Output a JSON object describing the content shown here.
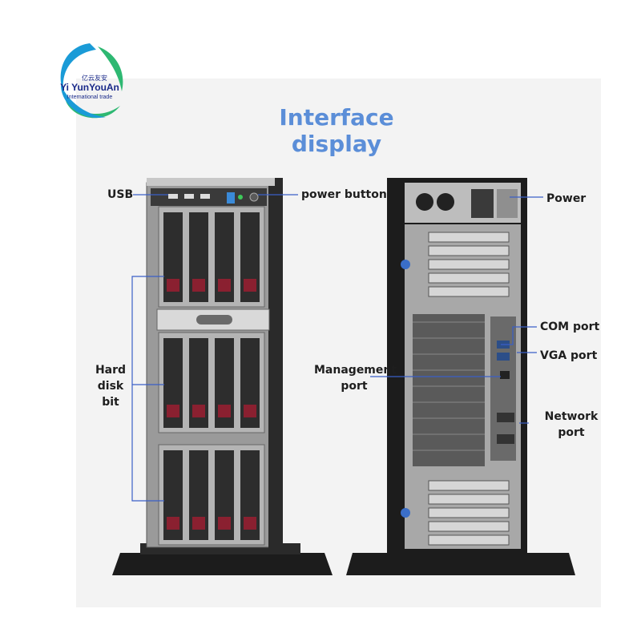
{
  "logo": {
    "chinese": "亿云友安",
    "name": "Yi YunYouAn",
    "tagline": "International trade",
    "colors": [
      "#1a9bd7",
      "#2eb872",
      "#1a2a8a"
    ]
  },
  "title": "Interface display",
  "front_labels": {
    "usb": "USB",
    "power_button": "power button",
    "hard_disk_1": "Hard",
    "hard_disk_2": "disk",
    "hard_disk_3": "bit"
  },
  "rear_labels": {
    "power": "Power",
    "com_port": "COM port",
    "vga_port": "VGA port",
    "management_1": "Management",
    "management_2": "port",
    "network_1": "Network",
    "network_2": "port"
  },
  "colors": {
    "title": "#5b8ed8",
    "leader_line": "#3a5fc8",
    "drive_latch": "#8a2030",
    "chassis": "#1c1c1c"
  }
}
